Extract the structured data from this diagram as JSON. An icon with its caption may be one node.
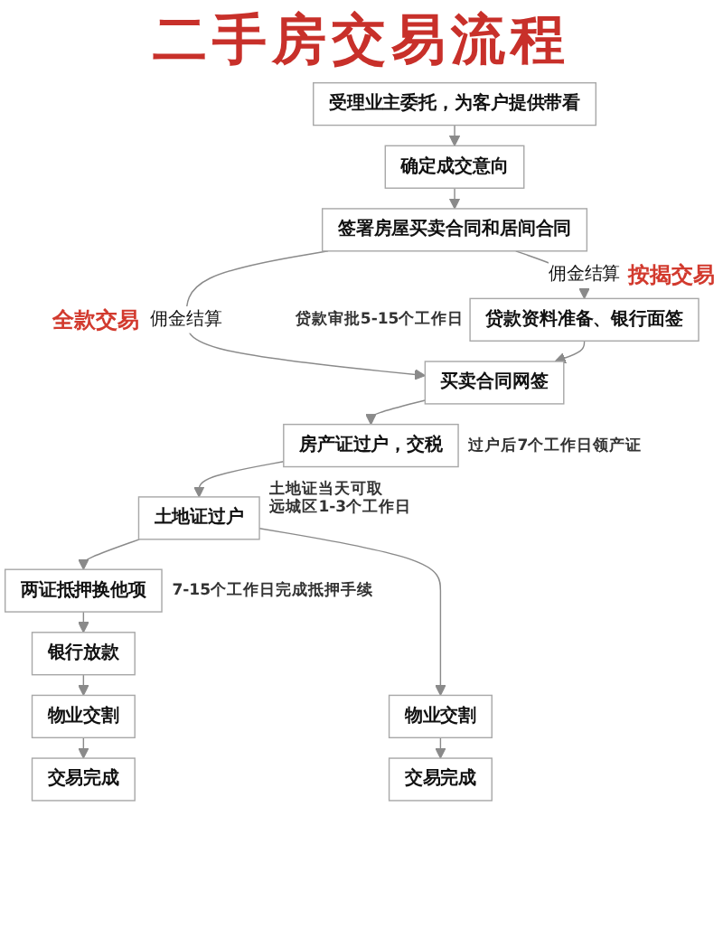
{
  "diagram": {
    "title": "二手房交易流程",
    "nodes": [
      {
        "text": [
          "受理业主委托，为客户提供带看"
        ]
      },
      {
        "text": [
          "确定成交意向"
        ]
      },
      {
        "text": [
          "签署房屋买卖合同和居间合同"
        ]
      },
      {
        "text": [
          "贷款资料准备、银行面签"
        ],
        "beside": [
          "贷款审批5-15个工作日"
        ]
      },
      {
        "text": [
          "买卖合同网签"
        ]
      },
      {
        "text": [
          "房产证过户，交税"
        ],
        "beside": [
          "过户后7个工作日领产证"
        ]
      },
      {
        "text": [
          "土地证过户"
        ],
        "beside": [
          "土地证当天可取",
          "远城区1-3个工作日"
        ]
      },
      {
        "text": [
          "两证抵押换他项"
        ],
        "beside": [
          "7-15个工作日完成抵押手续"
        ]
      },
      {
        "text": [
          "银行放款"
        ]
      },
      {
        "text": [
          "物业交割"
        ]
      },
      {
        "text": [
          "交易完成"
        ]
      },
      {
        "text": [
          "物业交割"
        ]
      },
      {
        "text": [
          "交易完成"
        ]
      }
    ],
    "edges": [
      {
        "from": 0,
        "to": 1,
        "arrow": "to"
      },
      {
        "from": 1,
        "to": 2,
        "arrow": "to"
      },
      {
        "from": 2,
        "to": 3,
        "arrow": "to",
        "label": "佣金结算"
      },
      {
        "from": 2,
        "to": 4,
        "arrow": "to",
        "label": "佣金结算"
      },
      {
        "from": 3,
        "to": 4,
        "arrow": "to"
      },
      {
        "from": 4,
        "to": 5,
        "arrow": "to"
      },
      {
        "from": 5,
        "to": 6,
        "arrow": "to"
      },
      {
        "from": 6,
        "to": 7,
        "arrow": "to"
      },
      {
        "from": 7,
        "to": 8,
        "arrow": "to"
      },
      {
        "from": 8,
        "to": 9,
        "arrow": "to"
      },
      {
        "from": 9,
        "to": 10,
        "arrow": "to"
      },
      {
        "from": 6,
        "to": 11,
        "arrow": "to"
      },
      {
        "from": 11,
        "to": 12,
        "arrow": "to"
      }
    ],
    "labels": [
      "按揭交易",
      "全款交易"
    ]
  }
}
